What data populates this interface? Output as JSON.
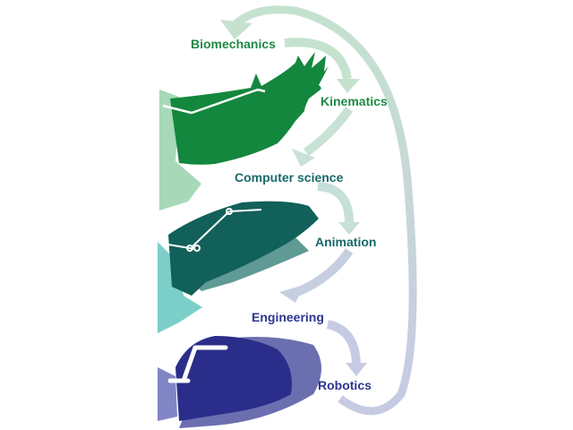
{
  "labels": {
    "biomechanics": "Biomechanics",
    "kinematics": "Kinematics",
    "computer_science": "Computer science",
    "animation": "Animation",
    "engineering": "Engineering",
    "robotics": "Robotics"
  },
  "colors": {
    "green_text": "#1f8a45",
    "green_wing": "#13873d",
    "green_body": "#a7d8b8",
    "teal_text": "#17696a",
    "teal_wing": "#12605a",
    "teal_shadow": "#5f9a95",
    "teal_body": "#7ccfc9",
    "navy_text": "#2c3591",
    "navy_wing": "#2a2e8a",
    "navy_shadow": "#6b6fb0",
    "navy_body": "#8185c6",
    "arrow_green": "#c5e2cf",
    "arrow_blue": "#c6cae3"
  }
}
